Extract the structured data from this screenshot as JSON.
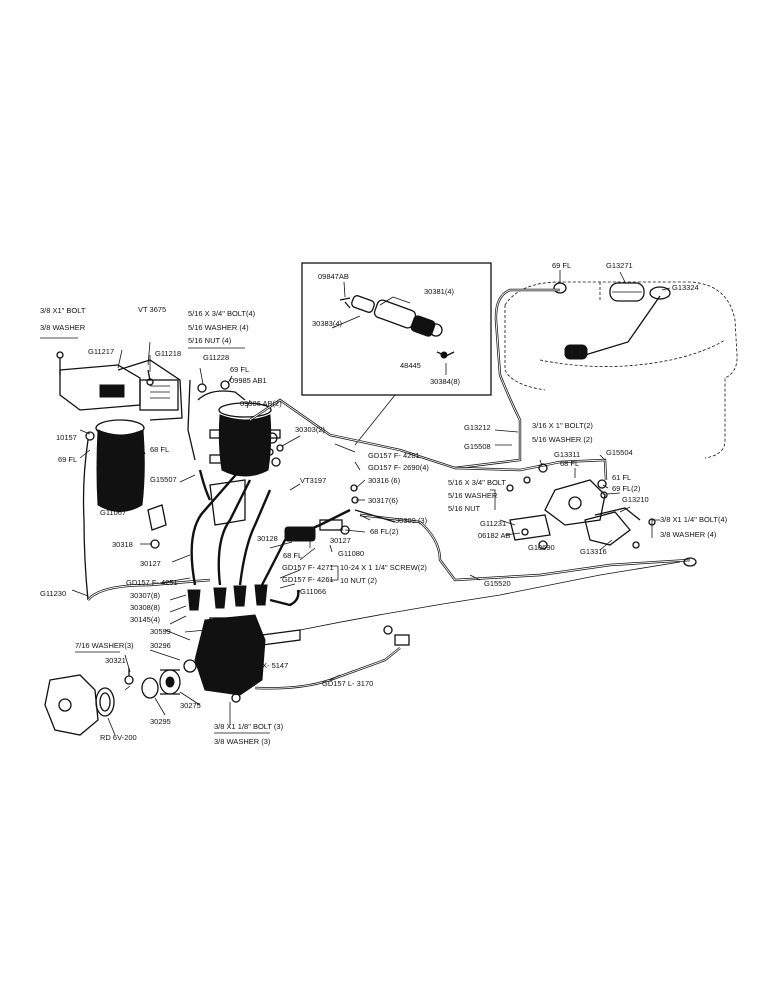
{
  "labels": {
    "l_38bolt": "3/8 X1\" BOLT",
    "l_38washer": "3/8 WASHER",
    "l_vt3675": "VT 3675",
    "l_g11217": "G11217",
    "l_g11218": "G11218",
    "l_516bolt4": "5/16 X 3/4\" BOLT(4)",
    "l_516washer4": "5/16 WASHER (4)",
    "l_516nut4": "5/16 NUT (4)",
    "l_g11228": "G11228",
    "l_69fl_a": "69 FL",
    "l_09985ab1": "09985 AB1",
    "l_09986ab2": "09986 AB(2)",
    "l_10157": "10157",
    "l_69fl_b": "69 FL",
    "l_68fl_a": "68 FL",
    "l_g11067": "G11067",
    "l_g15507": "G15507",
    "l_30318": "30318",
    "l_30127_a": "30127",
    "l_g11230": "G11230",
    "l_gd157f4251": "GD157 F- 4251",
    "l_30307": "30307(8)",
    "l_30308": "30308(8)",
    "l_30145": "30145(4)",
    "l_30599": "30599",
    "l_30303": "30303(2)",
    "l_gd157f4281": "GD157 F- 4281",
    "l_gd157f2690": "GD157 F- 2690(4)",
    "l_vt3197": "VT3197",
    "l_30316": "30316 (6)",
    "l_30317": "30317(6)",
    "l_30309": "30309 (3)",
    "l_68fl2": "68 FL(2)",
    "l_30128": "30128",
    "l_30127_b": "30127",
    "l_68fl_b": "68 FL",
    "l_g11080": "G11080",
    "l_screw": "10-24 X 1 1/4\" SCREW(2)",
    "l_nut2": "10 NUT (2)",
    "l_gd157f4271": "GD157 F- 4271",
    "l_gd157f4261": "GD157 F- 4261",
    "l_g11066": "G11066",
    "l_09847ab": "09847AB",
    "l_30381": "30381(4)",
    "l_30383": "30383(4)",
    "l_48445": "48445",
    "l_30384": "30384(8)",
    "l_69fl_c": "69 FL",
    "l_g13271": "G13271",
    "l_g13324": "G13324",
    "l_g13212": "G13212",
    "l_g15508": "G15508",
    "l_716bolt2": "3/16 X 1\" BOLT(2)",
    "l_716washer2": "5/16 WASHER (2)",
    "l_g13311": "G13311",
    "l_68fl_c": "68 FL",
    "l_g15504": "G15504",
    "l_61fl": "61 FL",
    "l_69fl2": "69 FL(2)",
    "l_g13210": "G13210",
    "l_516bolt": "5/16 X 3/4\" BOLT",
    "l_516washer": "5/16 WASHER",
    "l_516nut": "5/16 NUT",
    "l_g11231": "G11231",
    "l_06182ab": "06182 AB",
    "l_g10690": "G10690",
    "l_g13316": "G13316",
    "l_38bolt4": "3/8 X1 1/4\" BOLT(4)",
    "l_38washer4": "3/8 WASHER (4)",
    "l_g15520": "G15520",
    "l_716washer3": "7/16 WASHER(3)",
    "l_30296": "30296",
    "l_30321": "30321",
    "l_30295": "30295",
    "l_30275": "30275",
    "l_rd6v200": "RD 6V-200",
    "l_x5147": "X- 5147",
    "l_gd157l3170": "GD157 L- 3170",
    "l_38bolt3": "3/8 X1 1/8\" BOLT (3)",
    "l_38washer3": "3/8 WASHER (3)"
  }
}
